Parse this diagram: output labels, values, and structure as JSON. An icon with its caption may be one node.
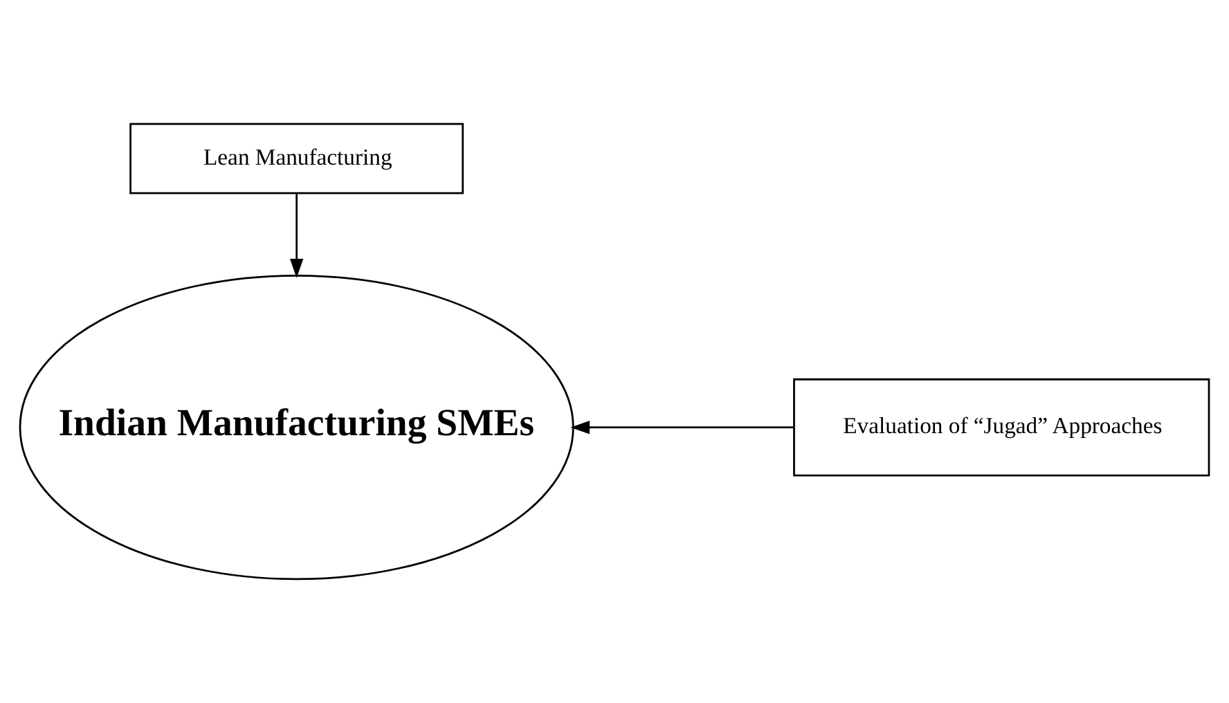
{
  "diagram": {
    "nodes": [
      {
        "text": [
          "Lean Manufacturing"
        ]
      },
      {
        "text": [
          "Indian Manufacturing SMEs"
        ]
      },
      {
        "text": [
          "Evaluation of “Jugad” Approaches"
        ]
      }
    ],
    "edges": [
      {
        "from": 0,
        "to": 1,
        "arrow": "to"
      },
      {
        "from": 2,
        "to": 1,
        "arrow": "to"
      }
    ]
  }
}
